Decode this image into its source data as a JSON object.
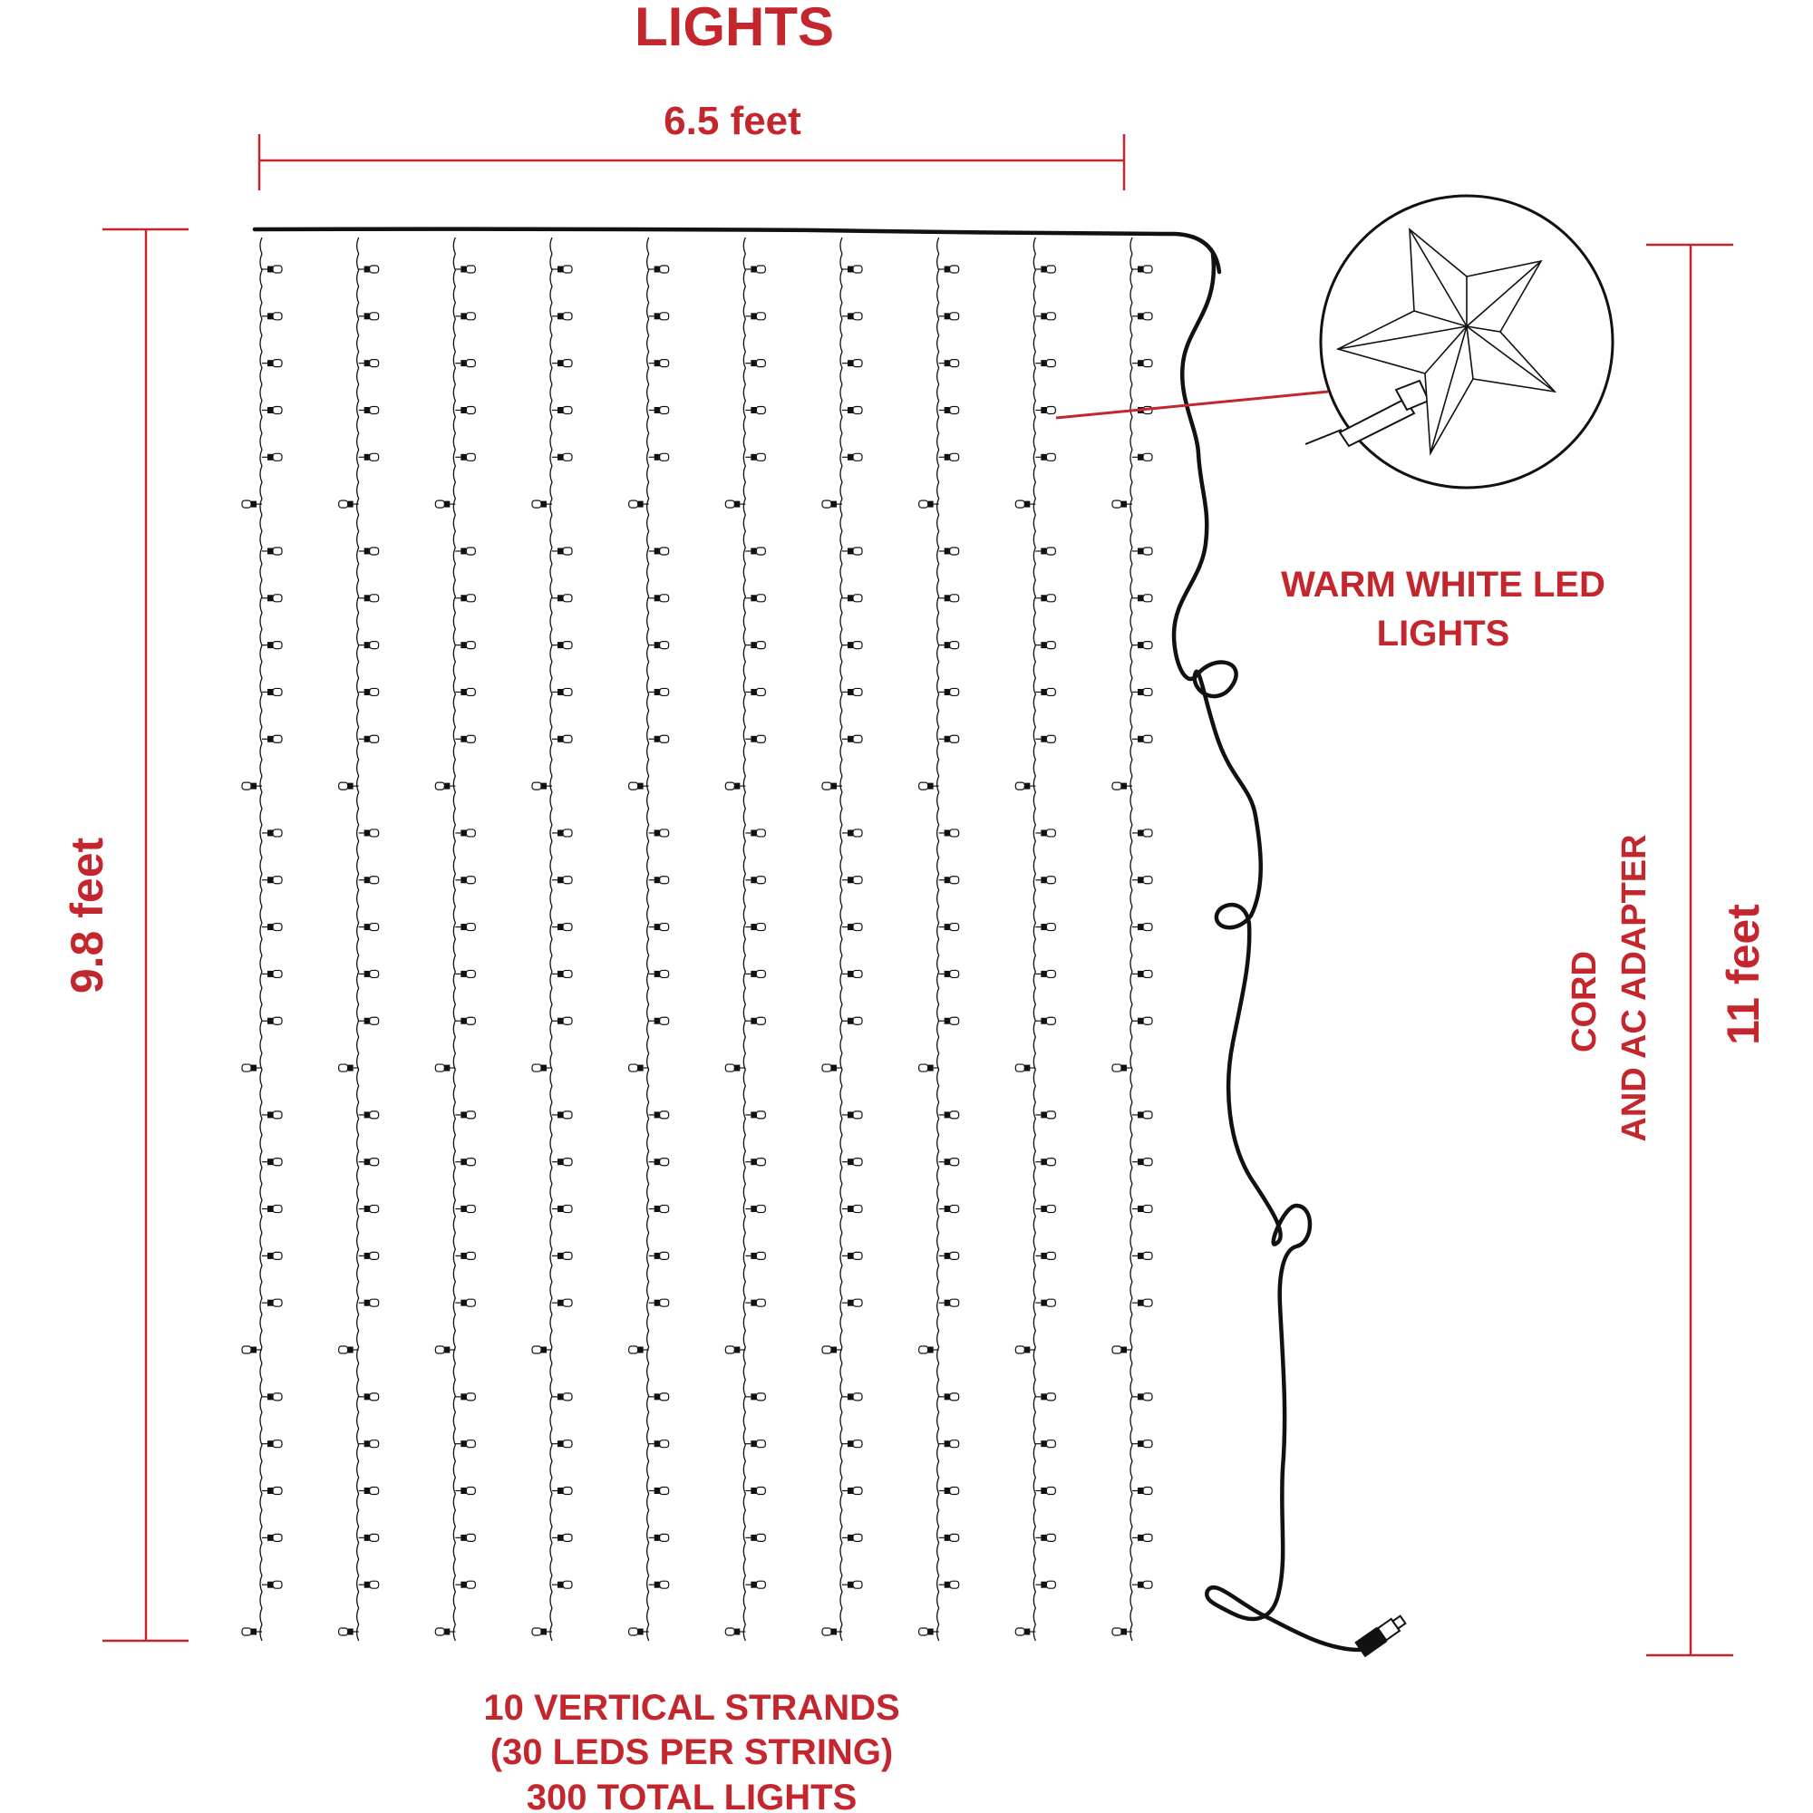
{
  "labels": {
    "title": "LIGHTS",
    "width": "6.5 feet",
    "height": "9.8 feet",
    "cord_length": "11 feet",
    "cord_caption_line1": "CORD",
    "cord_caption_line2": "AND AC ADAPTER",
    "led_caption_line1": "WARM WHITE LED",
    "led_caption_line2": "LIGHTS",
    "bottom_line1": "10 VERTICAL STRANDS",
    "bottom_line2": "(30 LEDS PER STRING)",
    "bottom_line3": "300 TOTAL LIGHTS"
  },
  "curtain": {
    "strand_count": 10,
    "leds_per_strand": 30,
    "total_lights": 300
  },
  "colors": {
    "accent": "#c4262e",
    "line": "#111111",
    "background": "#ffffff"
  },
  "icons": {
    "star": "star-icon",
    "plug": "plug-icon"
  }
}
